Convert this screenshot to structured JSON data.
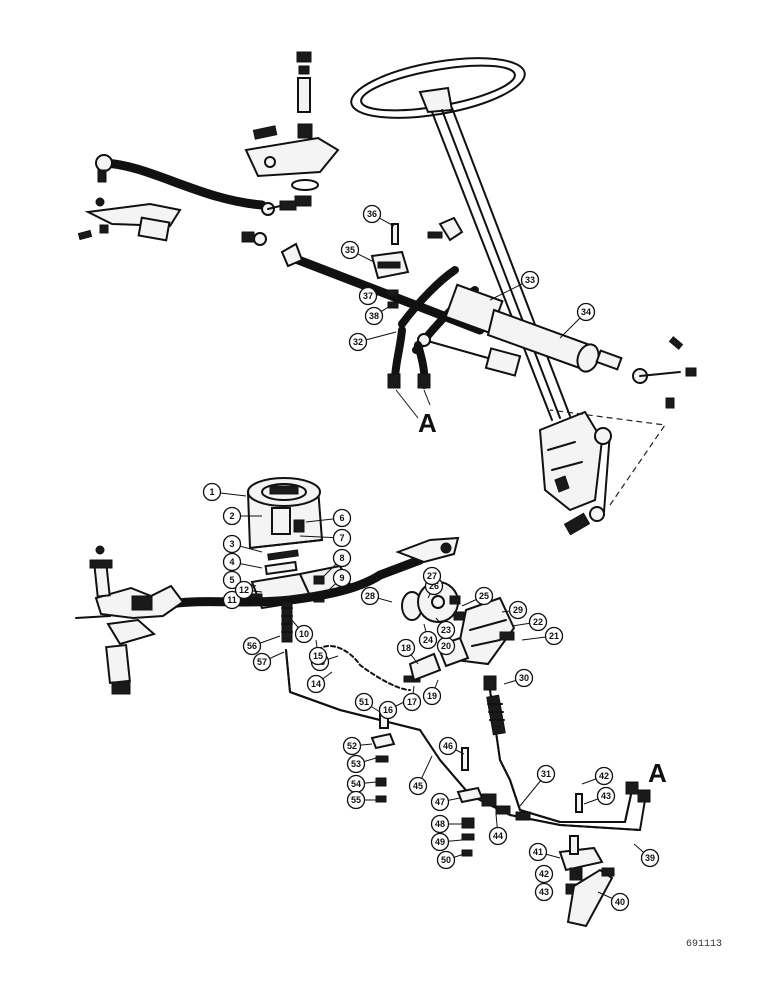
{
  "diagram": {
    "section_markers": [
      "A",
      "A"
    ],
    "figure_id": "691113",
    "callouts": [
      "1",
      "2",
      "3",
      "4",
      "5",
      "6",
      "7",
      "8",
      "9",
      "10",
      "11",
      "12",
      "13",
      "14",
      "15",
      "16",
      "17",
      "18",
      "19",
      "20",
      "21",
      "22",
      "23",
      "24",
      "25",
      "26",
      "27",
      "28",
      "29",
      "30",
      "31",
      "32",
      "33",
      "34",
      "35",
      "36",
      "37",
      "38",
      "39",
      "40",
      "41",
      "42",
      "43",
      "44",
      "45",
      "46",
      "47",
      "48",
      "49",
      "50",
      "51",
      "52",
      "53",
      "54",
      "55",
      "56",
      "57"
    ]
  }
}
